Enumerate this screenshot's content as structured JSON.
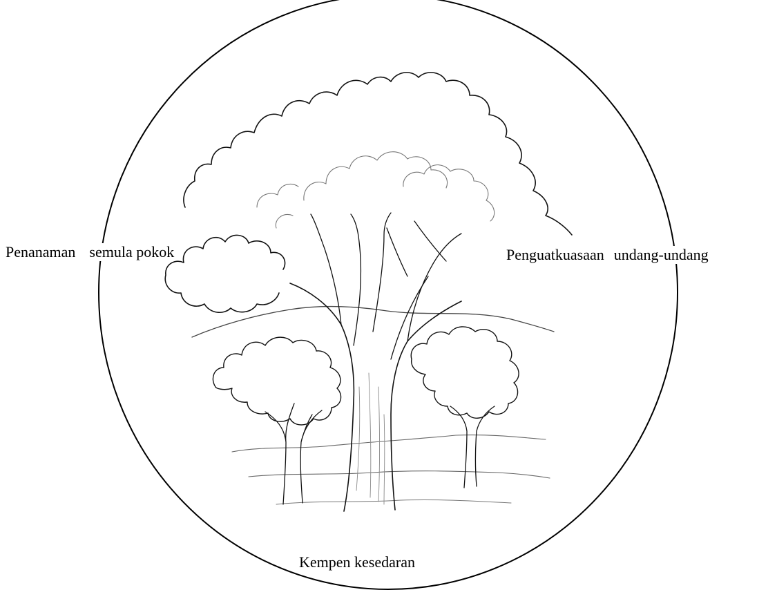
{
  "labels": {
    "left": [
      "Penanaman",
      "semula pokok"
    ],
    "right": [
      "Penguatkuasaan",
      "undang-undang"
    ],
    "bottom": "Kempen kesedaran"
  },
  "colors": {
    "background": "#ffffff",
    "line": "#000000"
  }
}
